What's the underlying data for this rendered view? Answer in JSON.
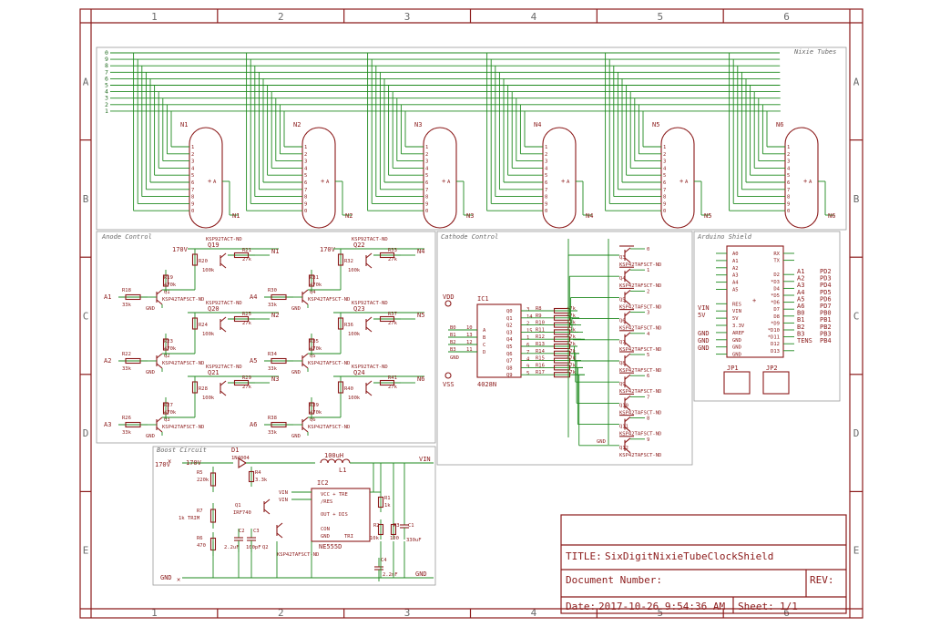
{
  "frame": {
    "columns": [
      "1",
      "2",
      "3",
      "4",
      "5",
      "6"
    ],
    "rows": [
      "A",
      "B",
      "C",
      "D",
      "E"
    ]
  },
  "sections": {
    "nixie": "Nixie Tubes",
    "anode": "Anode Control",
    "cathode": "Cathode Control",
    "arduino": "Arduino Shield",
    "boost": "Boost Circuit"
  },
  "bus_numbers": [
    "0",
    "9",
    "8",
    "7",
    "6",
    "5",
    "4",
    "3",
    "2",
    "1"
  ],
  "tubes": [
    {
      "ref": "N1",
      "net": "N1"
    },
    {
      "ref": "N2",
      "net": "N2"
    },
    {
      "ref": "N3",
      "net": "N3"
    },
    {
      "ref": "N4",
      "net": "N4"
    },
    {
      "ref": "N5",
      "net": "N5"
    },
    {
      "ref": "N6",
      "net": "N6"
    }
  ],
  "tube_pins": [
    "1",
    "2",
    "3",
    "4",
    "5",
    "6",
    "7",
    "8",
    "9",
    "0"
  ],
  "tube_anode": "A",
  "anode": {
    "v170": "170V",
    "gnd": "GND",
    "groups": [
      {
        "q": "Q19",
        "r_top": "R20",
        "rt_val": "100k",
        "r_out": "R21",
        "ro_val": "27k",
        "net": "N1",
        "part": "KSP92TACT-ND",
        "qb": "Q1",
        "rb1": "R19",
        "rb1v": "470k",
        "rb2": "R18",
        "rb2v": "33k",
        "input": "A1",
        "qpart": "KSP42TAFSCT-ND"
      },
      {
        "q": "Q20",
        "r_top": "R24",
        "rt_val": "100k",
        "r_out": "R25",
        "ro_val": "27k",
        "net": "N2",
        "part": "KSP92TACT-ND",
        "qb": "Q2",
        "rb1": "R23",
        "rb1v": "470k",
        "rb2": "R22",
        "rb2v": "33k",
        "input": "A2",
        "qpart": "KSP42TAFSCT-ND"
      },
      {
        "q": "Q21",
        "r_top": "R28",
        "rt_val": "100k",
        "r_out": "R29",
        "ro_val": "27k",
        "net": "N3",
        "part": "KSP92TACT-ND",
        "qb": "Q3",
        "rb1": "R27",
        "rb1v": "470k",
        "rb2": "R26",
        "rb2v": "33k",
        "input": "A3",
        "qpart": "KSP42TAFSCT-ND"
      },
      {
        "q": "Q22",
        "r_top": "R32",
        "rt_val": "100k",
        "r_out": "R33",
        "ro_val": "27k",
        "net": "N4",
        "part": "KSP92TACT-ND",
        "qb": "Q4",
        "rb1": "R31",
        "rb1v": "470k",
        "rb2": "R30",
        "rb2v": "33k",
        "input": "A4",
        "qpart": "KSP42TAFSCT-ND"
      },
      {
        "q": "Q23",
        "r_top": "R36",
        "rt_val": "100k",
        "r_out": "R37",
        "ro_val": "27k",
        "net": "N5",
        "part": "KSP92TACT-ND",
        "qb": "Q5",
        "rb1": "R35",
        "rb1v": "470k",
        "rb2": "R34",
        "rb2v": "33k",
        "input": "A5",
        "qpart": "KSP42TAFSCT-ND"
      },
      {
        "q": "Q24",
        "r_top": "R40",
        "rt_val": "100k",
        "r_out": "R41",
        "ro_val": "27k",
        "net": "N6",
        "part": "KSP92TACT-ND",
        "qb": "Q6",
        "rb1": "R39",
        "rb1v": "470k",
        "rb2": "R38",
        "rb2v": "33k",
        "input": "A6",
        "qpart": "KSP42TAFSCT-ND"
      }
    ]
  },
  "cathode": {
    "vdd": "VDD",
    "vss": "VSS",
    "ic": "IC1",
    "ic_part": "4028N",
    "ic_in_pins": [
      "A",
      "B",
      "C",
      "D"
    ],
    "ic_in_nums": [
      "10",
      "13",
      "12",
      "11"
    ],
    "ic_inputs": [
      "B0",
      "B1",
      "B2",
      "B3"
    ],
    "ic_out_pins": [
      "Q0",
      "Q1",
      "Q2",
      "Q3",
      "Q4",
      "Q5",
      "Q6",
      "Q7",
      "Q8",
      "Q9"
    ],
    "ic_out_nums": [
      "3",
      "14",
      "2",
      "15",
      "1",
      "6",
      "7",
      "4",
      "9",
      "5"
    ],
    "gnd": "GND",
    "resistors": [
      "R8",
      "R9",
      "R10",
      "R11",
      "R12",
      "R13",
      "R14",
      "R15",
      "R16",
      "R17"
    ],
    "res_val": "47k",
    "transistors": [
      "Q3",
      "Q4",
      "Q5",
      "Q6",
      "Q7",
      "Q8",
      "Q9",
      "Q10",
      "Q11",
      "Q12"
    ],
    "digits": [
      "0",
      "1",
      "2",
      "3",
      "4",
      "5",
      "6",
      "7",
      "8",
      "9"
    ],
    "t_part": "KSP42TAFSCT-ND"
  },
  "arduino": {
    "left_pins": [
      "A0",
      "A1",
      "A2",
      "A3",
      "A4",
      "A5",
      "",
      "RES",
      "VIN",
      "5V",
      "3.3V",
      "AREF",
      "GND",
      "GND",
      "GND"
    ],
    "right_pins": [
      "RX",
      "TX",
      "D2",
      "*D3",
      "D4",
      "*D5",
      "*D6",
      "D7",
      "D8",
      "*D9",
      "*D10",
      "*D11",
      "D12",
      "D13"
    ],
    "left_nets": [
      "VIN",
      "5V",
      "GND",
      "GND",
      "GND"
    ],
    "right_nets": [
      "A1",
      "A2",
      "A3",
      "A4",
      "A5",
      "A6",
      "B0",
      "B1",
      "B2",
      "B3",
      "TENS"
    ],
    "far_nets": [
      "PD2",
      "PD3",
      "PD4",
      "PD5",
      "PD6",
      "PD7",
      "PB0",
      "PB1",
      "PB2",
      "PB3",
      "PB4"
    ],
    "jp1": "JP1",
    "jp2": "JP2"
  },
  "boost": {
    "v170": "170V",
    "gnd": "GND",
    "vin": "VIN",
    "d1": "D1",
    "d1_part": "1N4004",
    "l1": "L1",
    "l1_val": "100uH",
    "ic2": "IC2",
    "ic2_part": "NE555D",
    "ic2_pins": [
      "VCC",
      "TRE",
      "/RES",
      "OUT",
      "DIS",
      "CON",
      "GND",
      "TRI"
    ],
    "r5": "R5",
    "r5v": "220k",
    "r4": "R4",
    "r4v": "3.3k",
    "r7": "R7",
    "r7v": "1k TRIM",
    "r6": "R6",
    "r6v": "470",
    "r1": "R1",
    "r1v": "1k",
    "r2": "R2",
    "r2v": "10k",
    "r3": "R3",
    "r3v": "100",
    "q1": "Q1",
    "q1part": "IRF740",
    "q2": "Q2",
    "q2part": "KSP42TAFSCT-ND",
    "c1": "C1",
    "c1v": "330uF",
    "c2": "C2",
    "c2v": "2.2uF",
    "c3": "C3",
    "c3v": "100pF",
    "c4": "C4",
    "c4v": "2.2nF"
  },
  "title_block": {
    "title_label": "TITLE:",
    "title": "SixDigitNixieTubeClockShield",
    "doc_label": "Document Number:",
    "rev_label": "REV:",
    "date_label": "Date:",
    "date": "2017-10-26 9:54:36 AM",
    "sheet_label": "Sheet:",
    "sheet": "1/1"
  },
  "colors": {
    "frame": "#8b1a1a",
    "wire": "#1f8a1f",
    "grid": "#9a9a9a"
  }
}
